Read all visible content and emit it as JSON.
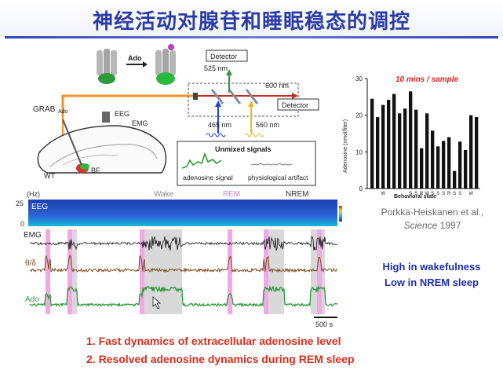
{
  "slide": {
    "title": "神经活动对腺苷和睡眠稳态的调控"
  },
  "schematic": {
    "ado_label": "Ado",
    "grab_label": "GRAB",
    "grab_sub": "Ado",
    "eeg_label": "EEG",
    "emg_label": "EMG",
    "wt_label": "WT",
    "bf_label": "BF",
    "detector_top": "Detector",
    "detector_right": "Detector",
    "wl_525": "525 nm",
    "wl_600": "600 nm",
    "wl_465": "465 nm",
    "wl_560": "560 nm",
    "unmixed_title": "Unmixed signals",
    "adenosine_signal": "adenosine signal",
    "physiological_artifact": "physiological artifact"
  },
  "traces": {
    "hz_label": "(Hz)",
    "freq_top": "25",
    "freq_bottom": "0",
    "eeg": "EEG",
    "emg": "EMG",
    "theta_delta": "θ/δ",
    "ado": "Ado",
    "state_wake": "Wake",
    "state_rem": "REM",
    "state_nrem": "NREM",
    "scale_bar": "500 s",
    "colors": {
      "wake": "#d9d9d9",
      "rem": "#f2a8e6",
      "theta_delta": "#7a4a1c",
      "ado": "#2e9a3a"
    }
  },
  "chart_data": {
    "type": "bar",
    "title": "10 mins / sample",
    "ylabel": "Adenosine (nmol/liter)",
    "xlabel": "Behavioral state",
    "ylim": [
      0,
      30
    ],
    "yticks": [
      0,
      10,
      20,
      30
    ],
    "categories": [
      "",
      "",
      "W",
      "",
      "",
      "",
      "",
      "S",
      "S",
      "R",
      "W",
      "S",
      "S",
      "S",
      "R",
      "S",
      "S",
      "",
      "W",
      ""
    ],
    "values": [
      24.5,
      19.5,
      22.8,
      24.2,
      25.8,
      20.5,
      21.8,
      26.5,
      21.5,
      11.0,
      20.5,
      15.8,
      11.5,
      13.0,
      14.0,
      4.8,
      12.8,
      10.5,
      20.0,
      19.5
    ]
  },
  "citation": {
    "authors": "Porkka-Heiskanen et al.,",
    "journal": "Science",
    "year": "1997"
  },
  "state_note": {
    "line1": "High in wakefulness",
    "line2": "Low in NREM sleep"
  },
  "bullets": [
    "1.  Fast dynamics of extracellular adenosine level",
    "2.  Resolved adenosine dynamics during REM sleep"
  ]
}
